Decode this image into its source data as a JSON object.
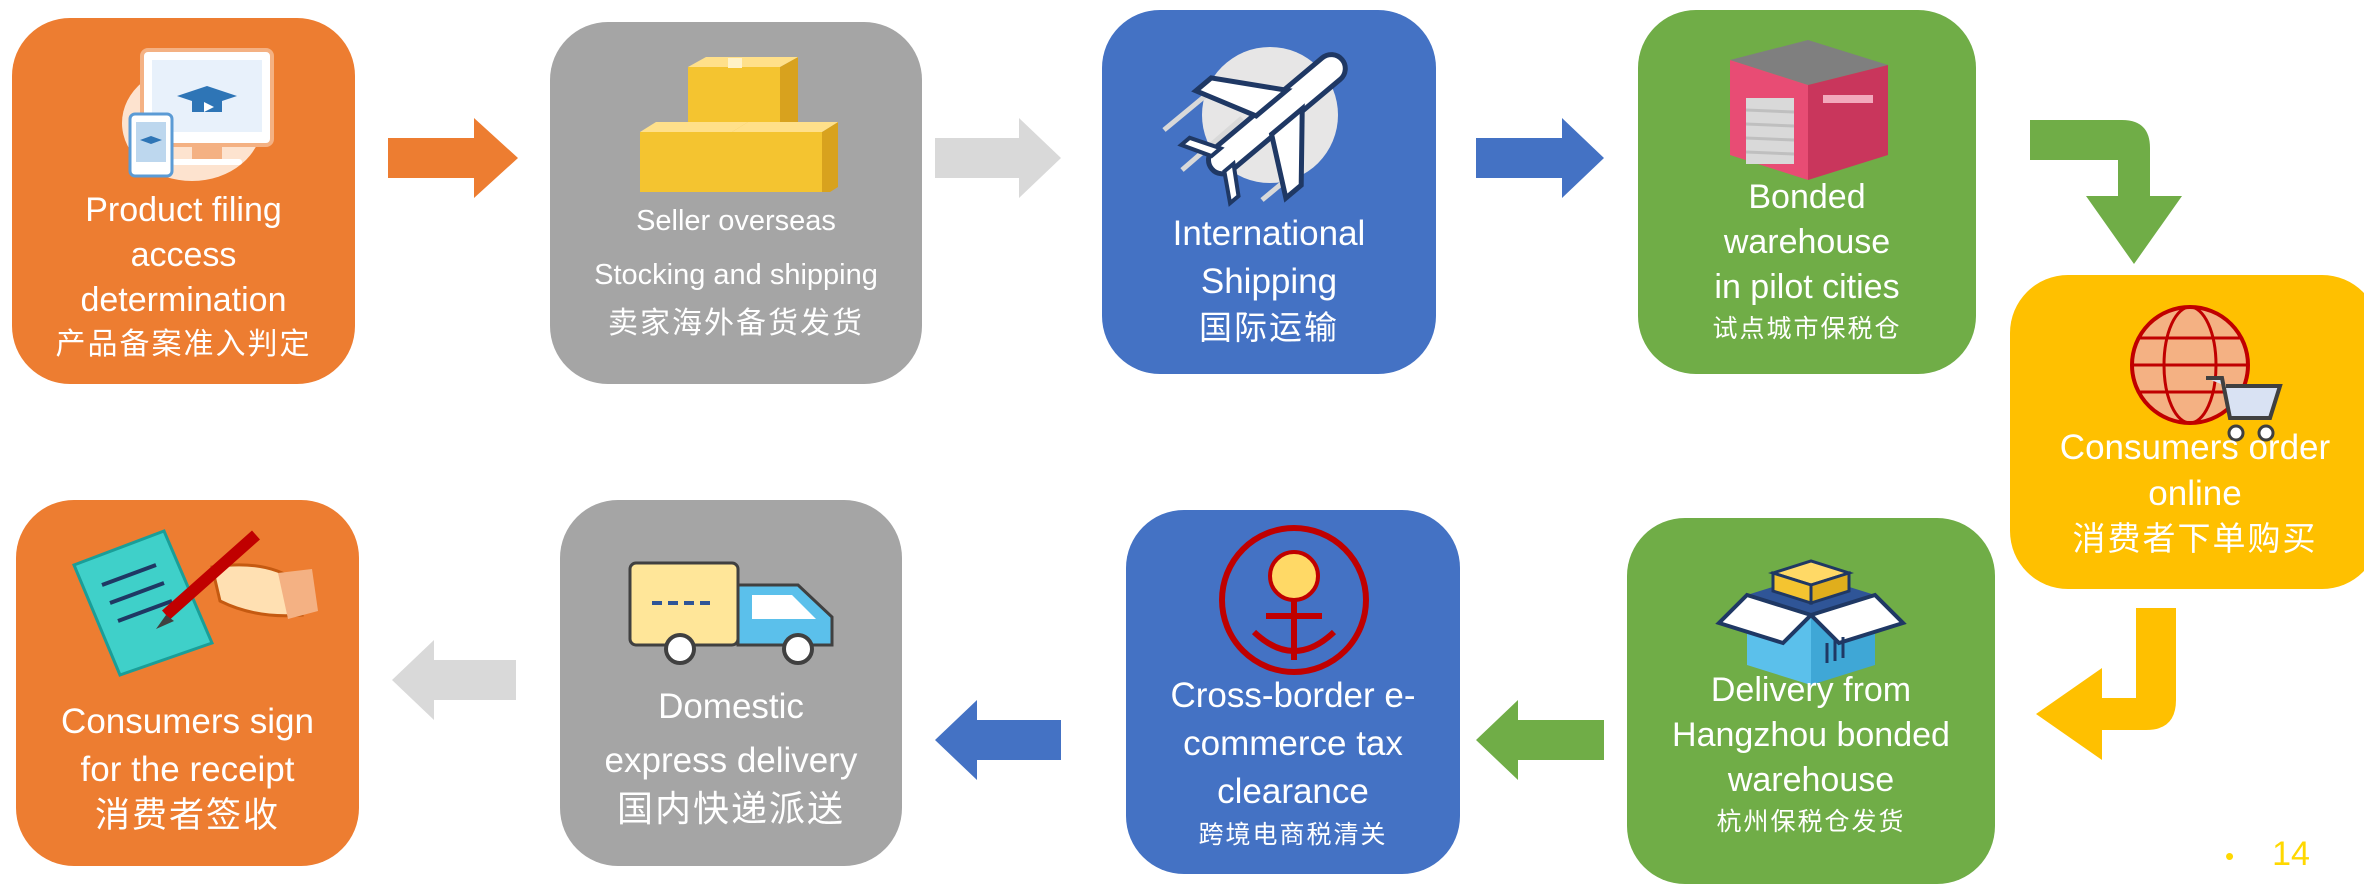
{
  "steps": {
    "s1": {
      "lines": [
        "Product filing",
        "access",
        "determination"
      ],
      "zh": "产品备案准入判定",
      "icon": "computer-monitor-graduation-cap-icon"
    },
    "s2": {
      "lines": [
        "Seller overseas",
        "Stocking and shipping"
      ],
      "zh": "卖家海外备货发货",
      "icon": "cardboard-boxes-icon"
    },
    "s3": {
      "lines": [
        "International",
        "Shipping"
      ],
      "zh": "国际运输",
      "icon": "airplane-icon"
    },
    "s4": {
      "lines": [
        "Bonded",
        "warehouse",
        "in pilot cities"
      ],
      "zh": "试点城市保税仓",
      "icon": "warehouse-icon"
    },
    "s5": {
      "lines": [
        "Consumers order",
        "online"
      ],
      "zh": "消费者下单购买",
      "icon": "globe-shopping-cart-icon"
    },
    "s6": {
      "lines": [
        "Delivery from",
        "Hangzhou bonded",
        "warehouse"
      ],
      "zh": "杭州保税仓发货",
      "icon": "open-box-icon"
    },
    "s7": {
      "lines": [
        "Cross-border e-",
        "commerce tax",
        "clearance"
      ],
      "zh": "跨境电商税清关",
      "icon": "customs-anchor-emblem-icon"
    },
    "s8": {
      "lines": [
        "Domestic",
        "express delivery"
      ],
      "zh": "国内快递派送",
      "icon": "delivery-truck-icon"
    },
    "s9": {
      "lines": [
        "Consumers sign",
        "for the receipt"
      ],
      "zh": "消费者签收",
      "icon": "signing-document-icon"
    }
  },
  "colors": {
    "orange": "#ED7D31",
    "gray": "#A5A5A5",
    "blue": "#4472C4",
    "green": "#70AD47",
    "yellow": "#FFC000",
    "light_gray_arrow": "#D9D9D9"
  },
  "page_number": "14"
}
